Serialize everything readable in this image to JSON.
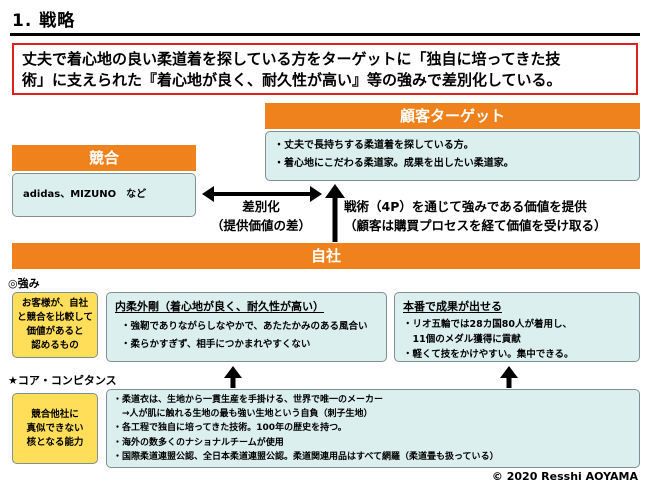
{
  "title": "1. 戦略",
  "headline": {
    "line1": "丈夫で着心地の良い柔道着を探している方をターゲットに「独自に培ってきた技",
    "line2": "術」に支えられた『着心地が良く、耐久性が高い』等の強みで差別化している。"
  },
  "customer_target": {
    "label": "顧客ターゲット",
    "items": [
      "・丈夫で長持ちする柔道着を探している方。",
      "・着心地にこだわる柔道家。成果を出したい柔道家。"
    ]
  },
  "competition": {
    "label": "競合",
    "content": "adidas、MIZUNO　など"
  },
  "differentiation": {
    "line1": "差別化",
    "line2": "（提供価値の差）"
  },
  "value_offer": {
    "line1": "戦術（4P）を通じて強みである価値を提供",
    "line2": "（顧客は購買プロセスを経て価値を受け取る）"
  },
  "company": {
    "label": "自社"
  },
  "strengths": {
    "label": "◎強み",
    "note": [
      "お客様が、自社",
      "と競合を比較して",
      "価値があると",
      "認めるもの"
    ],
    "card1": {
      "title": "内柔外剛（着心地が良く、耐久性が高い）",
      "items": [
        "・強靭でありながらしなやかで、あたたかみのある風合い",
        "・柔らかすぎず、相手につかまれやすくない"
      ]
    },
    "card2": {
      "title": "本番で成果が出せる",
      "items": [
        "・リオ五輪では28カ国80人が着用し、",
        "　11個のメダル獲得に貢献",
        "・軽くて技をかけやすい。集中できる。"
      ]
    }
  },
  "core_competence": {
    "label": "★コア・コンピタンス",
    "note": [
      "競合他社に",
      "真似できない",
      "核となる能力"
    ],
    "items": [
      "・柔道衣は、生地から一貫生産を手掛ける、世界で唯一のメーカー",
      "　→人が肌に触れる生地の最も強い生地という自負（刺子生地）",
      "・各工程で独自に培ってきた技術。100年の歴史を持つ。",
      "・海外の数多くのナショナルチームが使用",
      "・国際柔道連盟公認、全日本柔道連盟公認。柔道関連用品はすべて網羅（柔道畳も扱っている）"
    ]
  },
  "footer": "© 2020 Resshi AOYAMA",
  "colors": {
    "orange": "#f0821e",
    "light_blue": "#dcefef",
    "yellow": "#ffde59",
    "red_border": "#e02020"
  }
}
